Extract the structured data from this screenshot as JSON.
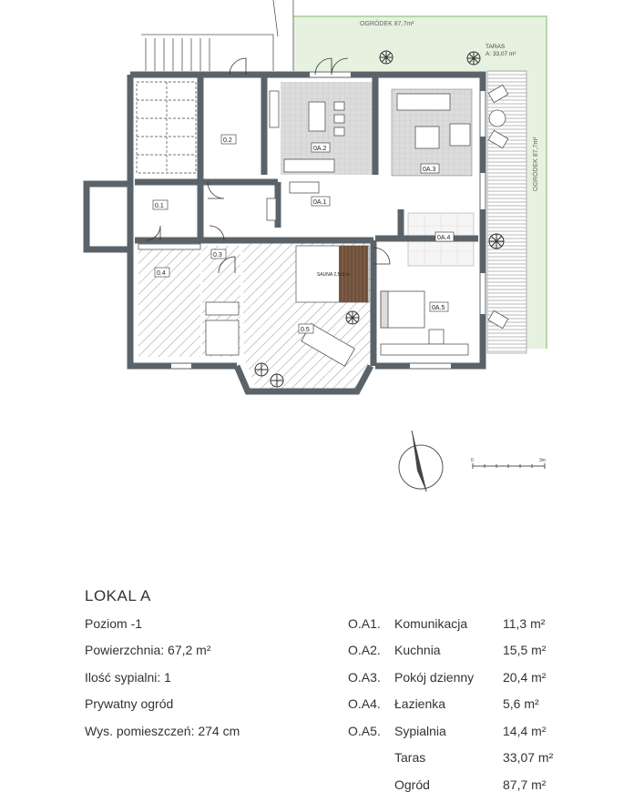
{
  "plan": {
    "garden_top_label": "OGRÓDEK 87,7m²",
    "garden_side_label": "OGRÓDEK 87,7m²",
    "terrace_label_line1": "TARAS",
    "terrace_label_line2": "A: 33,07 m²",
    "rooms": {
      "r01": "0.1",
      "r02": "0.2",
      "r03": "0.3",
      "r04": "0.4",
      "r05": "0.5",
      "a1": "0A.1",
      "a2": "0A.2",
      "a3": "0A.3",
      "a4": "0A.4",
      "a5": "0A.5"
    },
    "sauna_label": "SAUNA 2,5x1 m",
    "scale_start": "0",
    "scale_end": "3m",
    "colors": {
      "wall": "#5b636a",
      "garden": "#e8f2e2",
      "tile": "#d9d9d9"
    }
  },
  "unit": {
    "title": "LOKAL A",
    "specs": [
      "Poziom -1",
      "Powierzchnia: 67,2 m²",
      "Ilość sypialni: 1",
      "Prywatny ogród",
      "Wys. pomieszczeń: 274 cm"
    ],
    "rooms": [
      {
        "code": "O.A1.",
        "name": "Komunikacja",
        "area": "11,3 m²"
      },
      {
        "code": "O.A2.",
        "name": "Kuchnia",
        "area": "15,5 m²"
      },
      {
        "code": "O.A3.",
        "name": "Pokój dzienny",
        "area": "20,4 m²"
      },
      {
        "code": "O.A4.",
        "name": "Łazienka",
        "area": "5,6 m²"
      },
      {
        "code": "O.A5.",
        "name": "Sypialnia",
        "area": "14,4 m²"
      },
      {
        "code": "",
        "name": "Taras",
        "area": "33,07 m²"
      },
      {
        "code": "",
        "name": "Ogród",
        "area": "87,7 m²"
      }
    ]
  }
}
